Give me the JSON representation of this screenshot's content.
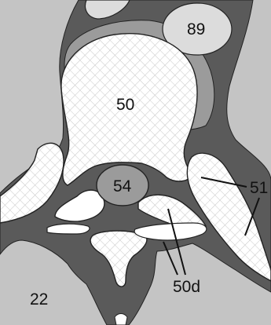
{
  "figure": {
    "labels": {
      "vertebral_body": "50",
      "spinal_cord": "54",
      "aorta": "89",
      "rib": "51",
      "dorsal_process": "50d",
      "muscle": "22"
    },
    "colors": {
      "background_tissue": "#c4c4c4",
      "dark_tissue": "#5a5a5a",
      "mid_tissue": "#9b9b9b",
      "light_structure": "#dcdcdc",
      "bone": "#ffffff",
      "bone_hatch": "#c9c9c9",
      "outline": "#111111"
    }
  }
}
